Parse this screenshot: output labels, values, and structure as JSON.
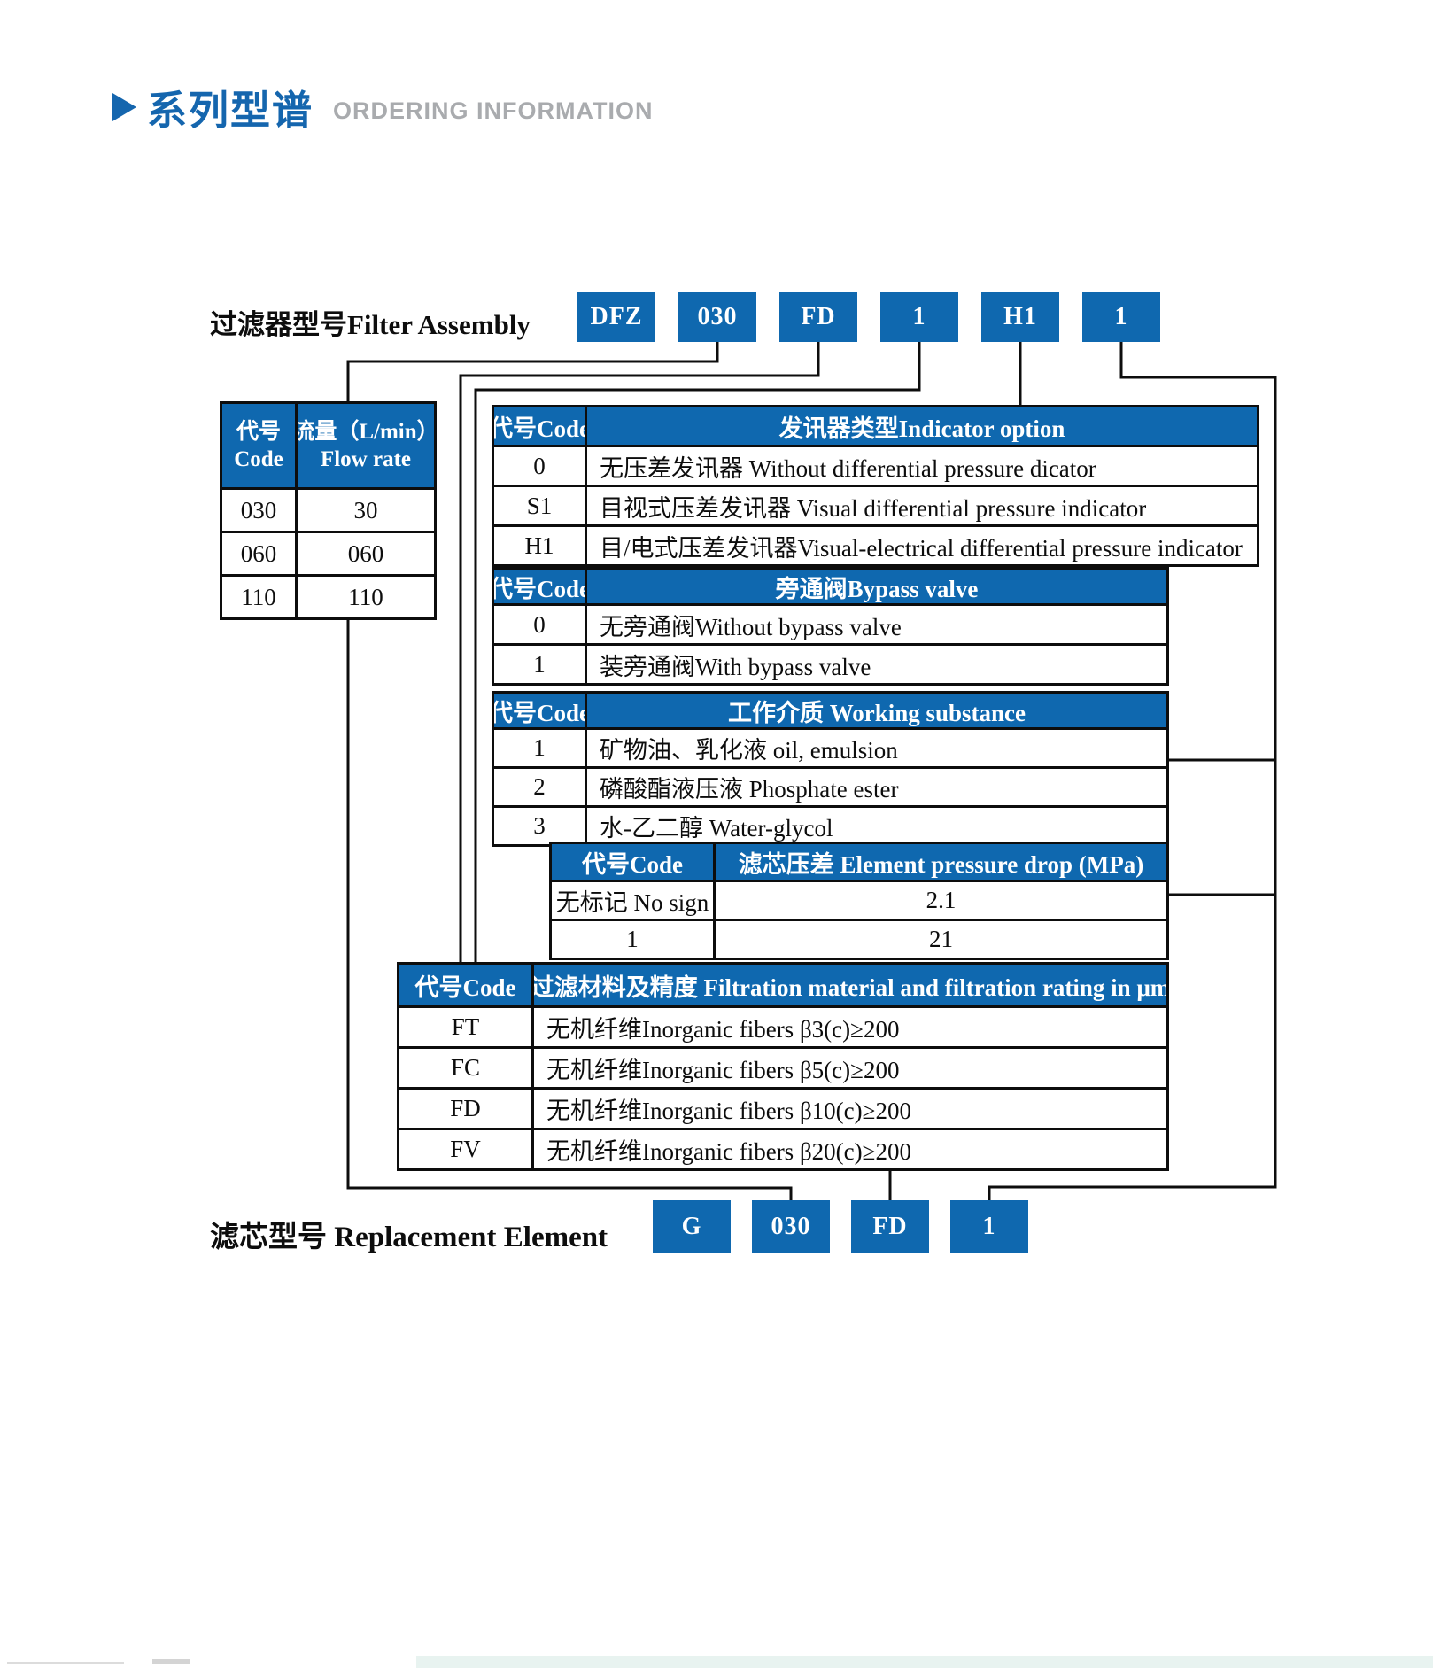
{
  "header": {
    "title_zh": "系列型谱",
    "title_en": "ORDERING INFORMATION"
  },
  "assembly": {
    "label": "过滤器型号Filter Assembly",
    "codes": [
      "DFZ",
      "030",
      "FD",
      "1",
      "H1",
      "1"
    ]
  },
  "element": {
    "label": "滤芯型号 Replacement Element",
    "codes": [
      "G",
      "030",
      "FD",
      "1"
    ]
  },
  "tables": {
    "flow": {
      "header_code_zh": "代号",
      "header_code_en": "Code",
      "header_value_zh": "流量（L/min）",
      "header_value_en": "Flow rate",
      "rows": [
        [
          "030",
          "30"
        ],
        [
          "060",
          "060"
        ],
        [
          "110",
          "110"
        ]
      ]
    },
    "indicator": {
      "header_code": "代号Code",
      "header_value": "发讯器类型Indicator option",
      "rows": [
        [
          "0",
          "无压差发讯器 Without differential pressure dicator"
        ],
        [
          "S1",
          "目视式压差发讯器 Visual differential pressure indicator"
        ],
        [
          "H1",
          "目/电式压差发讯器Visual-electrical differential pressure indicator"
        ]
      ]
    },
    "bypass": {
      "header_code": "代号Code",
      "header_value": "旁通阀Bypass valve",
      "rows": [
        [
          "0",
          "无旁通阀Without bypass valve"
        ],
        [
          "1",
          "装旁通阀With bypass valve"
        ]
      ]
    },
    "working": {
      "header_code": "代号Code",
      "header_value": "工作介质 Working substance",
      "rows": [
        [
          "1",
          "矿物油、乳化液 oil, emulsion"
        ],
        [
          "2",
          "磷酸酯液压液 Phosphate ester"
        ],
        [
          "3",
          "水-乙二醇 Water-glycol"
        ]
      ]
    },
    "pressure": {
      "header_code": "代号Code",
      "header_value": "滤芯压差 Element pressure drop (MPa)",
      "rows": [
        [
          "无标记 No sign",
          "2.1"
        ],
        [
          "1",
          "21"
        ]
      ]
    },
    "filtration": {
      "header_code": "代号Code",
      "header_value": "过滤材料及精度 Filtration material and filtration rating in μm",
      "rows": [
        [
          "FT",
          "无机纤维Inorganic fibers β3(c)≥200"
        ],
        [
          "FC",
          "无机纤维Inorganic fibers β5(c)≥200"
        ],
        [
          "FD",
          "无机纤维Inorganic fibers β10(c)≥200"
        ],
        [
          "FV",
          "无机纤维Inorganic fibers β20(c)≥200"
        ]
      ]
    }
  },
  "colors": {
    "accent_blue": "#0f68af",
    "title_blue": "#1566ae",
    "title_gray": "#a9abae",
    "line_black": "#0d0d0d"
  }
}
